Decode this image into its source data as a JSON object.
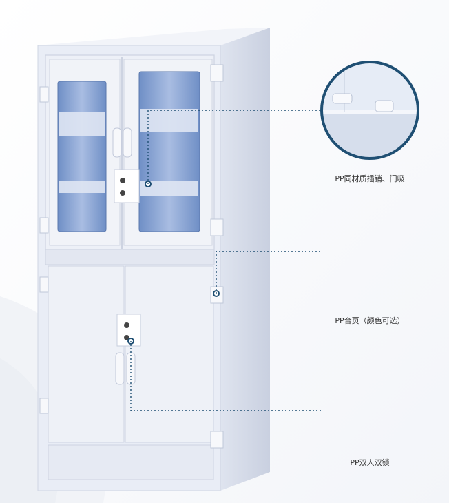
{
  "callouts": [
    {
      "id": "latch",
      "caption": "PP同材质插销、门吸"
    },
    {
      "id": "hinge",
      "caption": "PP合页（颜色可选）"
    },
    {
      "id": "lock",
      "caption": "PP双人双锁"
    }
  ],
  "colors": {
    "cabinet_body": "#e9edf6",
    "cabinet_shade": "#d3d9e8",
    "glass": "#7f9ccf",
    "glass_light": "#b7c8e6",
    "callout_ring": "#1f4f73",
    "dotted_line": "#1f4f73",
    "caption_text": "#333333"
  }
}
